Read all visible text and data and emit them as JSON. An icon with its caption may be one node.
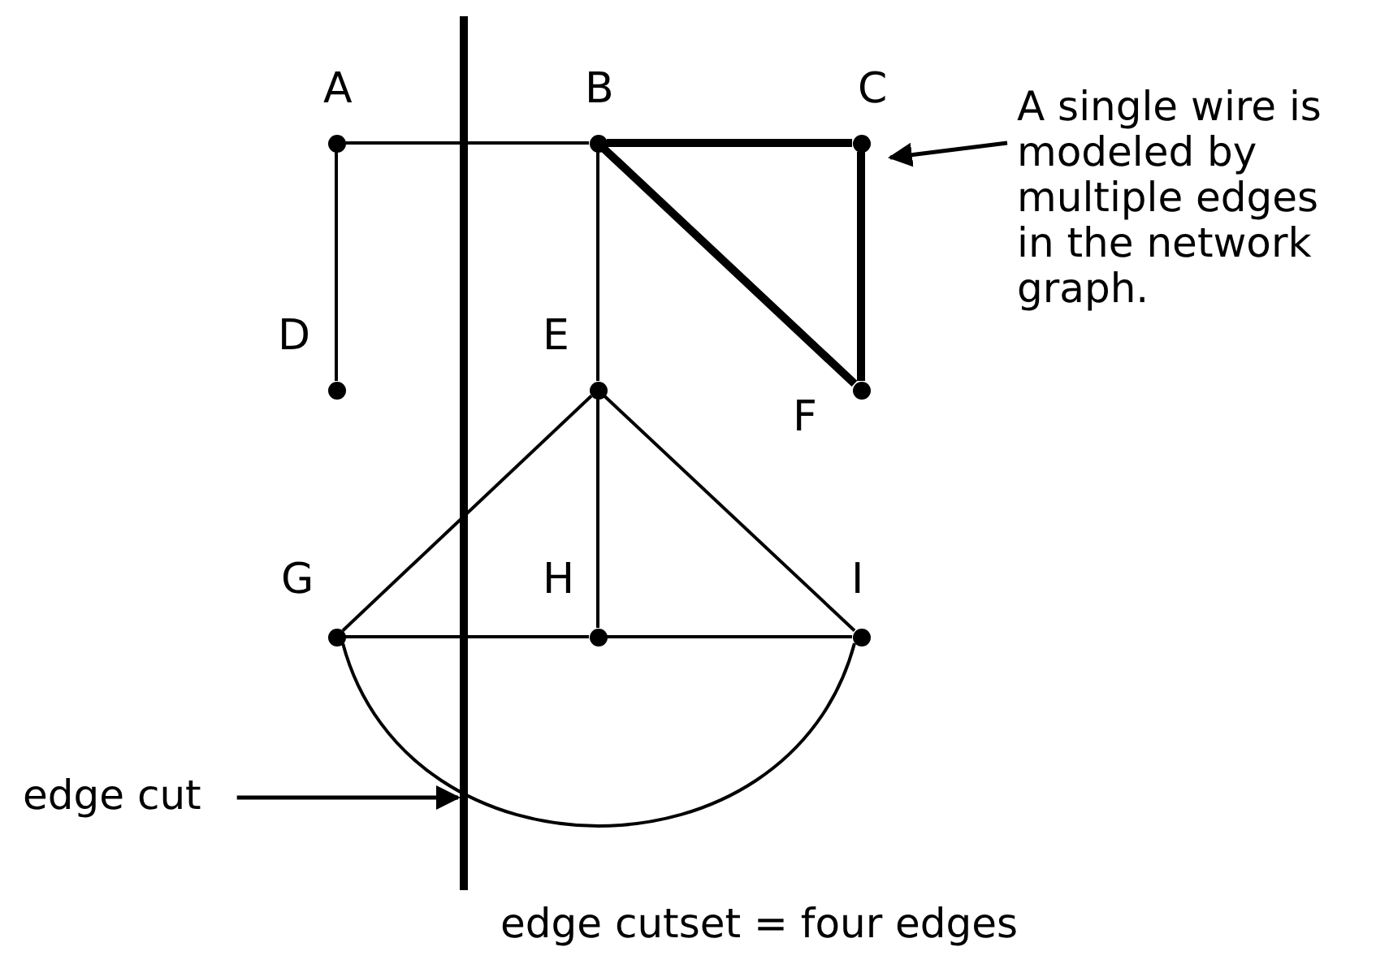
{
  "diagram": {
    "nodes": [
      {
        "text": [],
        "shape": "bar"
      },
      {
        "text": [
          "A"
        ]
      },
      {
        "text": [
          "B"
        ]
      },
      {
        "text": [
          "C"
        ]
      },
      {
        "text": [
          "A single wire is modeled by multiple edges in the network graph."
        ]
      },
      {
        "text": [
          "D"
        ]
      },
      {
        "text": [
          "E"
        ]
      },
      {
        "text": [
          "F"
        ]
      },
      {
        "text": [
          "G"
        ]
      },
      {
        "text": [
          "H"
        ]
      },
      {
        "text": [
          "I"
        ]
      },
      {
        "text": [
          "edge cut"
        ]
      }
    ],
    "edges": [
      {
        "from": 1,
        "to": 2,
        "arrow": "none"
      },
      {
        "from": 2,
        "to": 3,
        "arrow": "none",
        "style": "thick"
      },
      {
        "from": 1,
        "to": 5,
        "arrow": "none"
      },
      {
        "from": 2,
        "to": 6,
        "arrow": "none"
      },
      {
        "from": 2,
        "to": 7,
        "arrow": "none",
        "style": "thick"
      },
      {
        "from": 3,
        "to": 7,
        "arrow": "none",
        "style": "thick"
      },
      {
        "from": 4,
        "to": 3,
        "arrow": "to"
      },
      {
        "from": 6,
        "to": 8,
        "arrow": "none"
      },
      {
        "from": 6,
        "to": 9,
        "arrow": "none"
      },
      {
        "from": 6,
        "to": 10,
        "arrow": "none"
      },
      {
        "from": 8,
        "to": 9,
        "arrow": "none"
      },
      {
        "from": 9,
        "to": 10,
        "arrow": "none"
      },
      {
        "from": 8,
        "to": 10,
        "arrow": "none"
      },
      {
        "from": 11,
        "to": 0,
        "arrow": "to"
      }
    ],
    "labels": [
      "edge cutset = four edges"
    ]
  }
}
